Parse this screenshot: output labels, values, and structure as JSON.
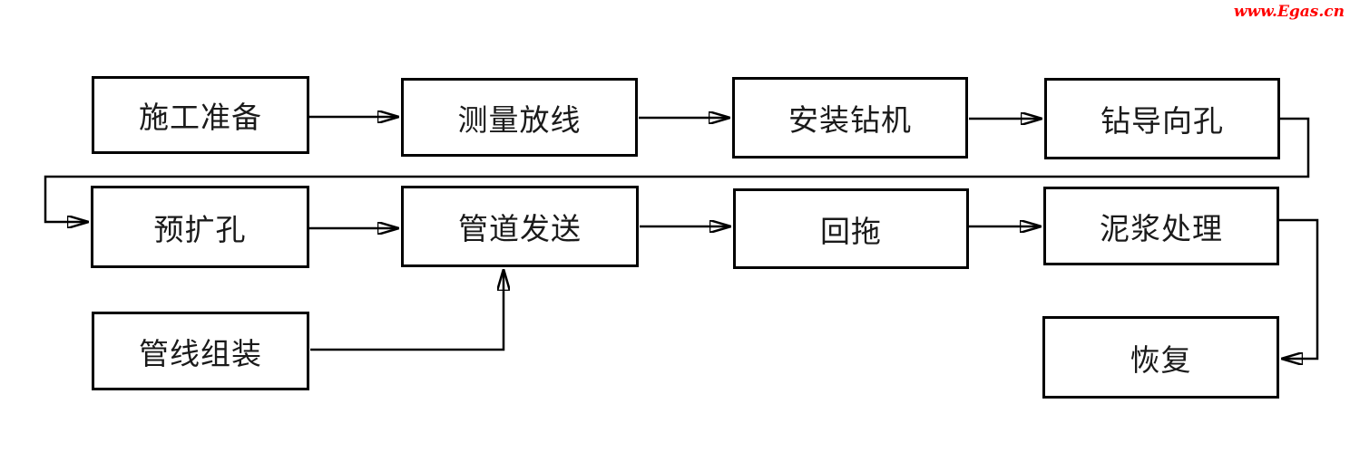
{
  "watermark": {
    "text": "www.Egas.cn",
    "color": "#ff0000"
  },
  "diagram": {
    "title_implicit": "",
    "line_color": "#000000",
    "box_background": "#ffffff",
    "nodes": [
      {
        "id": "construction-preparation",
        "label": "施工准备"
      },
      {
        "id": "survey-setting-out",
        "label": "测量放线"
      },
      {
        "id": "install-drill-rig",
        "label": "安装钻机"
      },
      {
        "id": "drill-pilot-hole",
        "label": "钻导向孔"
      },
      {
        "id": "pre-reaming",
        "label": "预扩孔"
      },
      {
        "id": "pipeline-sending",
        "label": "管道发送"
      },
      {
        "id": "pullback",
        "label": "回拖"
      },
      {
        "id": "mud-treatment",
        "label": "泥浆处理"
      },
      {
        "id": "pipeline-assembly",
        "label": "管线组装"
      },
      {
        "id": "restoration",
        "label": "恢复"
      }
    ],
    "edges": [
      {
        "from": "construction-preparation",
        "to": "survey-setting-out"
      },
      {
        "from": "survey-setting-out",
        "to": "install-drill-rig"
      },
      {
        "from": "install-drill-rig",
        "to": "drill-pilot-hole"
      },
      {
        "from": "drill-pilot-hole",
        "to": "pre-reaming"
      },
      {
        "from": "pre-reaming",
        "to": "pipeline-sending"
      },
      {
        "from": "pipeline-sending",
        "to": "pullback"
      },
      {
        "from": "pullback",
        "to": "mud-treatment"
      },
      {
        "from": "mud-treatment",
        "to": "restoration"
      },
      {
        "from": "pipeline-assembly",
        "to": "pipeline-sending"
      }
    ]
  }
}
